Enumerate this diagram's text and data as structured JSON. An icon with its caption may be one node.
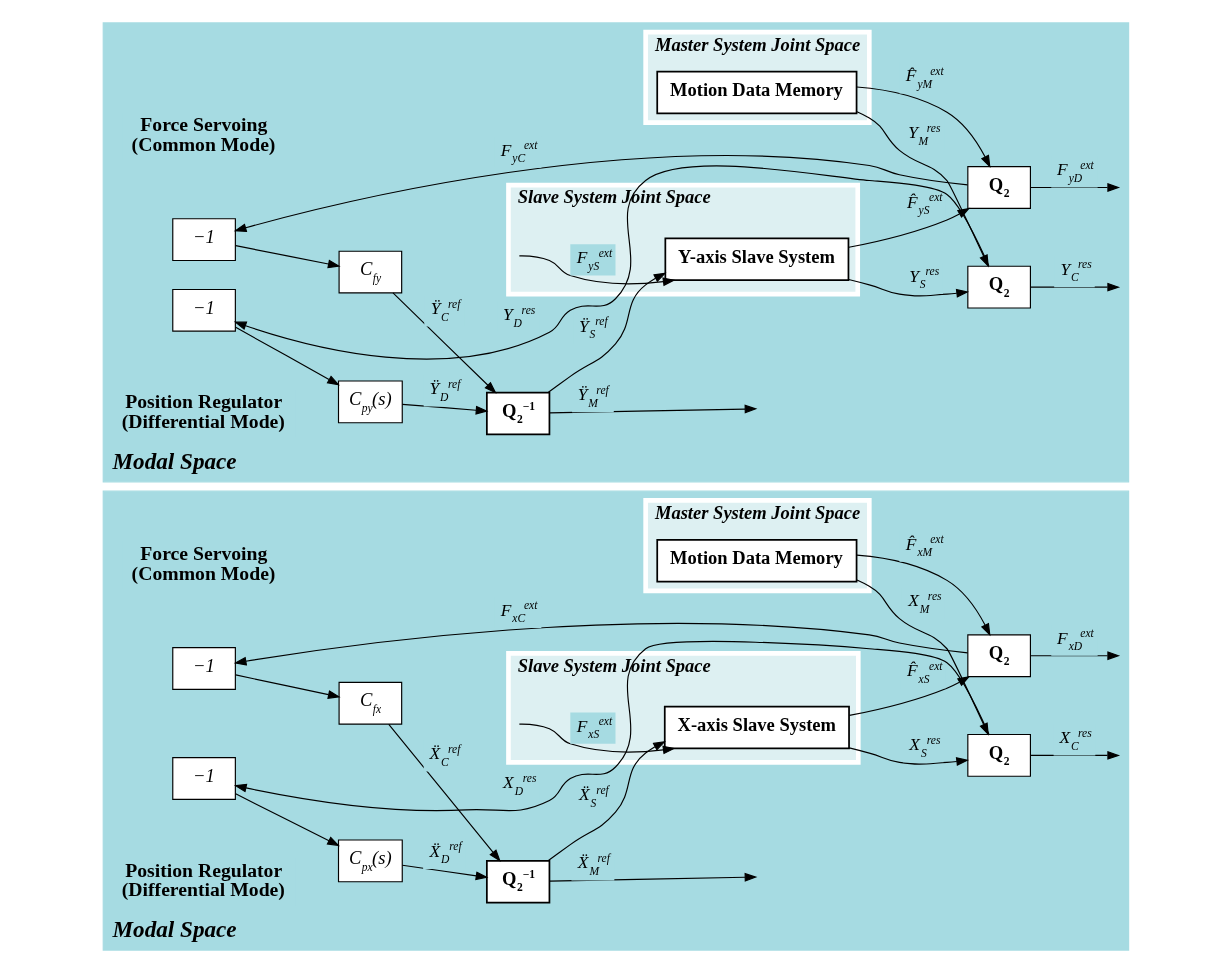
{
  "diagram": {
    "nodes": [
      {
        "text": [
          "Modal Space"
        ]
      },
      {
        "text": [
          "Master System Joint Space"
        ],
        "in": 0
      },
      {
        "text": [
          "Slave System Joint Space"
        ],
        "in": 0
      },
      {
        "text": [
          "−1"
        ],
        "in": 0,
        "beside": [
          "Force Servoing (Common Mode)"
        ]
      },
      {
        "text": [
          "C$_{fx}$"
        ],
        "in": 0
      },
      {
        "text": [
          "−1"
        ],
        "in": 0,
        "beside": [
          "Position Regulator (Differential Mode)"
        ]
      },
      {
        "text": [
          "C$_{px}$(s)"
        ],
        "in": 0
      },
      {
        "text": [
          "Q$_{2}$$^{−1}$"
        ],
        "in": 0
      },
      {
        "text": [
          "Motion Data Memory"
        ],
        "in": 1
      },
      {
        "text": [
          "X-axis Slave System"
        ],
        "in": 2
      },
      {
        "text": [
          "Q$_{2}$"
        ],
        "in": 0
      },
      {
        "text": [
          "Q$_{2}$"
        ],
        "in": 0
      },
      {
        "text": [
          "Modal Space"
        ]
      },
      {
        "text": [
          "Master System Joint Space"
        ],
        "in": 12
      },
      {
        "text": [
          "Slave System Joint Space"
        ],
        "in": 12
      },
      {
        "text": [
          "−1"
        ],
        "in": 12,
        "beside": [
          "Force Servoing (Common Mode)"
        ]
      },
      {
        "text": [
          "C$_{fy}$"
        ],
        "in": 12
      },
      {
        "text": [
          "−1"
        ],
        "in": 12,
        "beside": [
          "Position Regulator (Differential Mode)"
        ]
      },
      {
        "text": [
          "C$_{py}$(s)"
        ],
        "in": 12
      },
      {
        "text": [
          "Q$_{2}$$^{−1}$"
        ],
        "in": 12
      },
      {
        "text": [
          "Motion Data Memory"
        ],
        "in": 13
      },
      {
        "text": [
          "Y-axis Slave System"
        ],
        "in": 14
      },
      {
        "text": [
          "Q$_{2}$"
        ],
        "in": 12
      },
      {
        "text": [
          "Q$_{2}$"
        ],
        "in": 12
      }
    ],
    "edges": [
      {
        "from": 3,
        "to": 4,
        "arrow": "to"
      },
      {
        "from": 4,
        "to": 7,
        "arrow": "to",
        "label": "Ẍ$_{C}$$^{ref}$"
      },
      {
        "from": 5,
        "to": 6,
        "arrow": "to"
      },
      {
        "from": 6,
        "to": 7,
        "arrow": "to",
        "label": "Ẍ$_{D}$$^{ref}$"
      },
      {
        "from": 7,
        "to": null,
        "arrow": "to",
        "label": "Ẍ$_{M}$$^{ref}$"
      },
      {
        "from": 7,
        "to": 9,
        "arrow": "to",
        "label": "Ẍ$_{S}$$^{ref}$"
      },
      {
        "from": null,
        "to": 9,
        "arrow": "to",
        "label": "F$_{xS}$$^{ext}$"
      },
      {
        "from": 8,
        "to": 10,
        "arrow": "to",
        "label": "F̂$_{xM}$$^{ext}$"
      },
      {
        "from": 8,
        "to": 11,
        "arrow": "to",
        "label": "X$_{M}$$^{res}$"
      },
      {
        "from": 9,
        "to": 10,
        "arrow": "to",
        "label": "F̂$_{xS}$$^{ext}$"
      },
      {
        "from": 9,
        "to": 11,
        "arrow": "to",
        "label": "X$_{S}$$^{res}$"
      },
      {
        "from": 10,
        "to": 3,
        "arrow": "to",
        "label": "F$_{xC}$$^{ext}$"
      },
      {
        "from": 10,
        "to": null,
        "arrow": "to",
        "label": "F$_{xD}$$^{ext}$"
      },
      {
        "from": 11,
        "to": null,
        "arrow": "to",
        "label": "X$_{C}$$^{res}$"
      },
      {
        "from": 11,
        "to": 5,
        "arrow": "to",
        "label": "X$_{D}$$^{res}$"
      },
      {
        "from": 15,
        "to": 16,
        "arrow": "to"
      },
      {
        "from": 16,
        "to": 19,
        "arrow": "to",
        "label": "Ÿ$_{C}$$^{ref}$"
      },
      {
        "from": 17,
        "to": 18,
        "arrow": "to"
      },
      {
        "from": 18,
        "to": 19,
        "arrow": "to",
        "label": "Ÿ$_{D}$$^{ref}$"
      },
      {
        "from": 19,
        "to": null,
        "arrow": "to",
        "label": "Ÿ$_{M}$$^{ref}$"
      },
      {
        "from": 19,
        "to": 21,
        "arrow": "to",
        "label": "Ÿ$_{S}$$^{ref}$"
      },
      {
        "from": null,
        "to": 21,
        "arrow": "to",
        "label": "F$_{yS}$$^{ext}$"
      },
      {
        "from": 20,
        "to": 22,
        "arrow": "to",
        "label": "F̂$_{yM}$$^{ext}$"
      },
      {
        "from": 20,
        "to": 23,
        "arrow": "to",
        "label": "Y$_{M}$$^{res}$"
      },
      {
        "from": 21,
        "to": 22,
        "arrow": "to",
        "label": "F̂$_{yS}$$^{ext}$"
      },
      {
        "from": 21,
        "to": 23,
        "arrow": "to",
        "label": "Y$_{S}$$^{res}$"
      },
      {
        "from": 22,
        "to": 15,
        "arrow": "to",
        "label": "F$_{yC}$$^{ext}$"
      },
      {
        "from": 22,
        "to": null,
        "arrow": "to",
        "label": "F$_{yD}$$^{ext}$"
      },
      {
        "from": 23,
        "to": null,
        "arrow": "to",
        "label": "Y$_{C}$$^{res}$"
      },
      {
        "from": 23,
        "to": 17,
        "arrow": "to",
        "label": "Y$_{D}$$^{res}$"
      }
    ]
  }
}
